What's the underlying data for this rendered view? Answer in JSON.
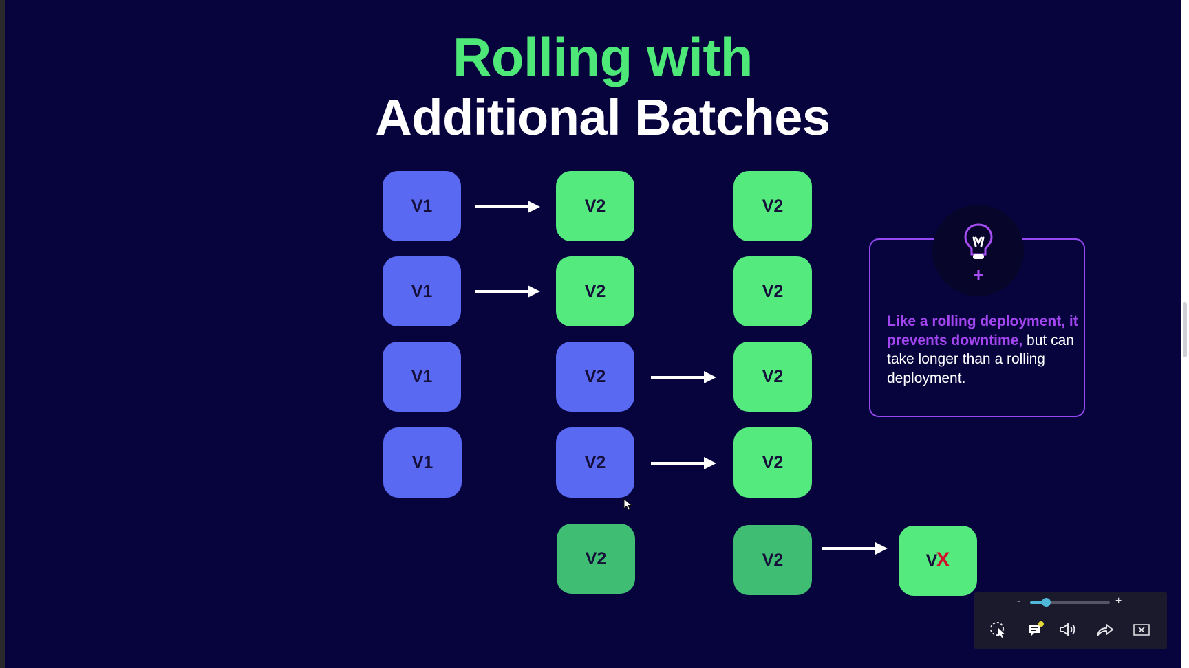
{
  "slide": {
    "title_line1": "Rolling with",
    "title_line2": "Additional Batches"
  },
  "diagram": {
    "column1": [
      "V1",
      "V1",
      "V1",
      "V1"
    ],
    "column2": [
      "V2",
      "V2",
      "V2",
      "V2",
      "V2"
    ],
    "column3": [
      "V2",
      "V2",
      "V2",
      "V2",
      "V2"
    ],
    "removed_box": {
      "label_prefix": "V",
      "mark": "X"
    }
  },
  "tip": {
    "highlight": "Like a rolling deployment, it prevents downtime,",
    "body": "but can take longer than a rolling deployment.",
    "icons": [
      "lightbulb-icon",
      "plus-icon"
    ]
  },
  "player": {
    "zoom_minus": "-",
    "zoom_plus": "+",
    "zoom_level": 0.2,
    "controls": [
      "pointer-icon",
      "captions-icon",
      "volume-icon",
      "share-icon",
      "exit-fullscreen-icon"
    ]
  },
  "colors": {
    "background": "#07043d",
    "v1_blue": "#5a69f2",
    "v2_green": "#55ea7e",
    "v2_dark_green": "#3fbd72",
    "title_green": "#4ee878",
    "tip_purple": "#a345f0"
  }
}
